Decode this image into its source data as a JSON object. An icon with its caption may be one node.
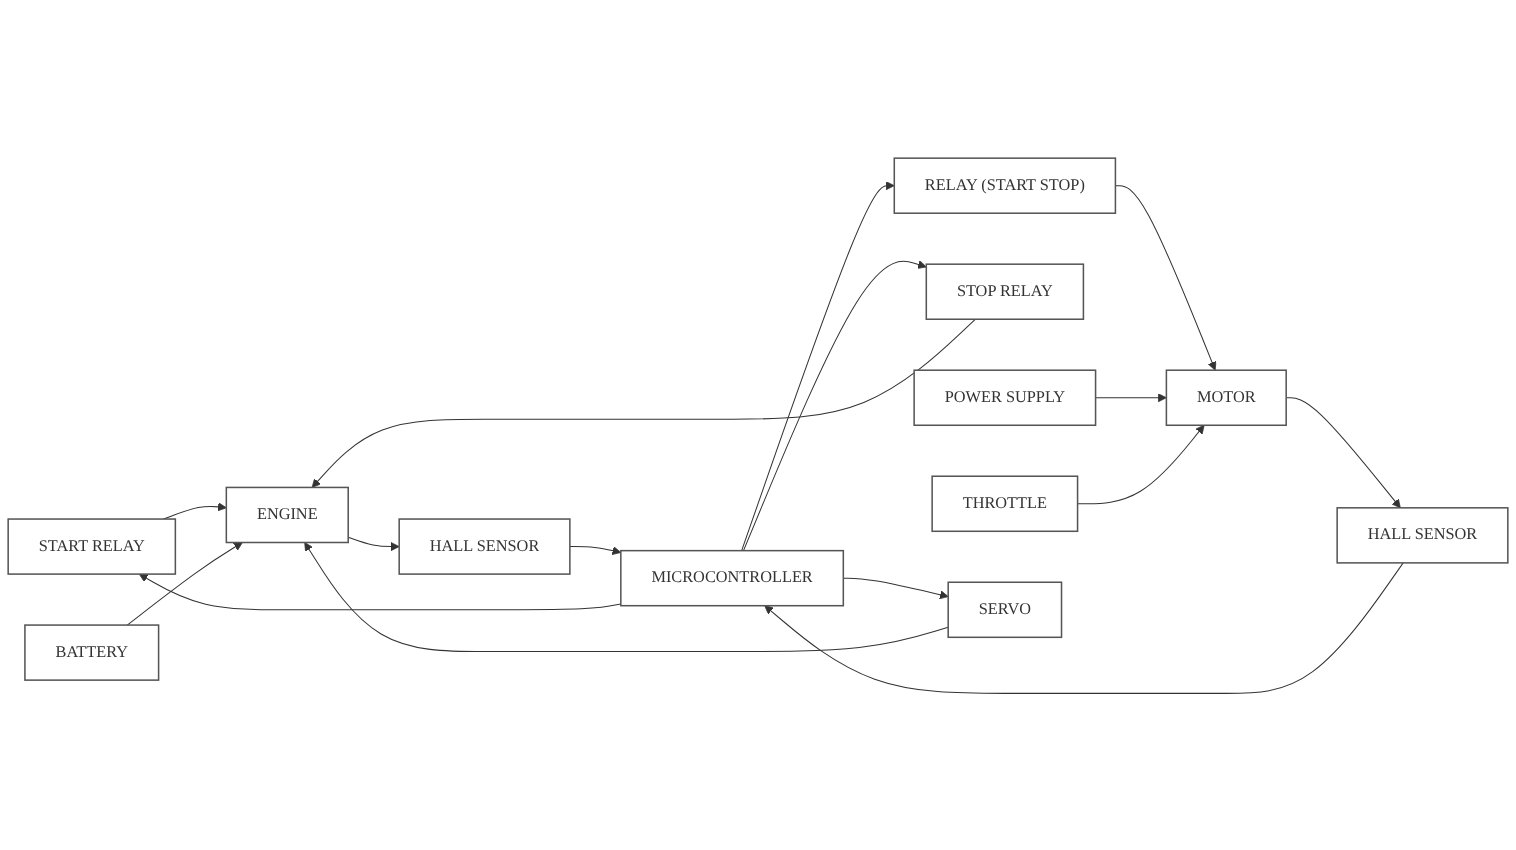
{
  "diagram": {
    "nodes": [
      {
        "text": [
          "START RELAY"
        ]
      },
      {
        "text": [
          "MICROCONTROLLER"
        ]
      },
      {
        "text": [
          "POWER SUPPLY"
        ]
      },
      {
        "text": [
          "ENGINE"
        ]
      },
      {
        "text": [
          "STOP RELAY"
        ]
      },
      {
        "text": [
          "RELAY (START STOP)"
        ]
      },
      {
        "text": [
          "MOTOR"
        ]
      },
      {
        "text": [
          "HALL SENSOR"
        ]
      },
      {
        "text": [
          "HALL SENSOR"
        ]
      },
      {
        "text": [
          "BATTERY"
        ]
      },
      {
        "text": [
          "THROTTLE"
        ]
      },
      {
        "text": [
          "SERVO"
        ]
      }
    ],
    "edges": [
      {
        "from": 1,
        "to": 0,
        "arrow": "to"
      },
      {
        "from": 0,
        "to": 3,
        "arrow": "to"
      },
      {
        "from": 1,
        "to": 4,
        "arrow": "to"
      },
      {
        "from": 4,
        "to": 3,
        "arrow": "to"
      },
      {
        "from": 3,
        "to": 7,
        "arrow": "to"
      },
      {
        "from": 7,
        "to": 1,
        "arrow": "to"
      },
      {
        "from": 9,
        "to": 3,
        "arrow": "to"
      },
      {
        "from": 11,
        "to": 3,
        "arrow": "to"
      },
      {
        "from": 1,
        "to": 11,
        "arrow": "to"
      },
      {
        "from": 1,
        "to": 5,
        "arrow": "to"
      },
      {
        "from": 5,
        "to": 6,
        "arrow": "to"
      },
      {
        "from": 2,
        "to": 6,
        "arrow": "to"
      },
      {
        "from": 6,
        "to": 8,
        "arrow": "to"
      },
      {
        "from": 8,
        "to": 1,
        "arrow": "to"
      },
      {
        "from": 10,
        "to": 6,
        "arrow": "to"
      }
    ]
  }
}
